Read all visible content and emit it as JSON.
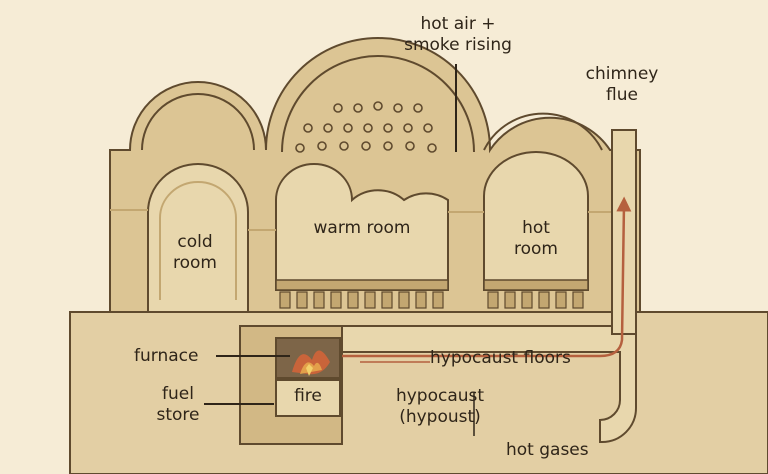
{
  "labels": {
    "hot_air": [
      "hot air +",
      "smoke rising"
    ],
    "chimney": [
      "chimney",
      "flue"
    ],
    "cold_room": [
      "cold",
      "room"
    ],
    "warm_room": "warm room",
    "hot_room": [
      "hot",
      "room"
    ],
    "furnace": "furnace",
    "hypocaust_floors": "hypocaust floors",
    "fuel_store": [
      "fuel",
      "store"
    ],
    "fire": "fire",
    "hypocaust": [
      "hypocaust",
      "(hypoust)"
    ],
    "hot_gases": "hot gases"
  },
  "colors": {
    "background": "#f6ecd6",
    "stone": "#dcc594",
    "stone_dark": "#c3a771",
    "outline": "#5f4a2e",
    "ground": "#e3cfa4",
    "flow_arrow": "#b5603e",
    "fire": "#c9643a"
  }
}
